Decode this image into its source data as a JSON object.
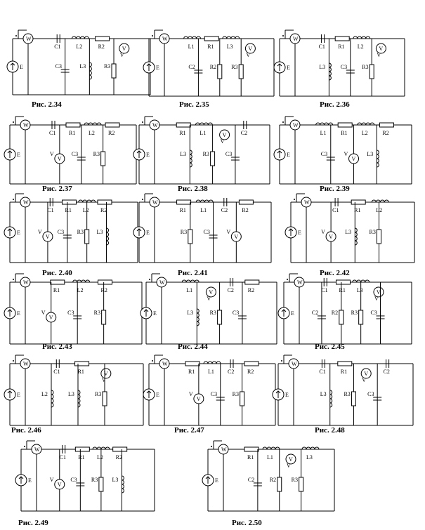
{
  "figures": [
    {
      "caption": "Рис. 2.34",
      "labels": [
        "E",
        "W",
        "C1",
        "L2",
        "R2",
        "V",
        "C3",
        "L3",
        "R3"
      ]
    },
    {
      "caption": "Рис. 2.35",
      "labels": [
        "E",
        "W",
        "L1",
        "R1",
        "L3",
        "V",
        "C2",
        "R2",
        "R3"
      ]
    },
    {
      "caption": "Рис. 2.36",
      "labels": [
        "E",
        "W",
        "C1",
        "R1",
        "L2",
        "V",
        "L3",
        "C3",
        "R3"
      ]
    },
    {
      "caption": "Рис. 2.37",
      "labels": [
        "E",
        "W",
        "C1",
        "R1",
        "L2",
        "R2",
        "V",
        "C3",
        "R3"
      ]
    },
    {
      "caption": "Рис. 2.38",
      "labels": [
        "E",
        "W",
        "R1",
        "L1",
        "V",
        "C2",
        "L3",
        "R3",
        "C3"
      ]
    },
    {
      "caption": "Рис. 2.39",
      "labels": [
        "E",
        "W",
        "L1",
        "R1",
        "L2",
        "R2",
        "C3",
        "V",
        "L3"
      ]
    },
    {
      "caption": "Рис. 2.40",
      "labels": [
        "E",
        "W",
        "C1",
        "R1",
        "L2",
        "R2",
        "V",
        "C3",
        "R3",
        "L3"
      ]
    },
    {
      "caption": "Рис. 2.41",
      "labels": [
        "E",
        "W",
        "R1",
        "L1",
        "C2",
        "R2",
        "R3",
        "C3",
        "V"
      ]
    },
    {
      "caption": "Рис. 2.42",
      "labels": [
        "E",
        "W",
        "C1",
        "R1",
        "L2",
        "V",
        "L3",
        "R3"
      ]
    },
    {
      "caption": "Рис. 2.43",
      "labels": [
        "E",
        "W",
        "R1",
        "L2",
        "R2",
        "V",
        "C3",
        "R3"
      ]
    },
    {
      "caption": "Рис. 2.44",
      "labels": [
        "E",
        "W",
        "L1",
        "V",
        "C2",
        "R2",
        "L3",
        "R3",
        "C3"
      ]
    },
    {
      "caption": "Рис. 2.45",
      "labels": [
        "E",
        "W",
        "C1",
        "R1",
        "L3",
        "V",
        "C2",
        "R2",
        "R3",
        "C3"
      ]
    },
    {
      "caption": "Рис. 2.46",
      "labels": [
        "E",
        "W",
        "C1",
        "R1",
        "V",
        "L2",
        "L3",
        "R3"
      ]
    },
    {
      "caption": "Рис. 2.47",
      "labels": [
        "E",
        "W",
        "R1",
        "L1",
        "C2",
        "R2",
        "V",
        "C3",
        "R3"
      ]
    },
    {
      "caption": "Рис. 2.48",
      "labels": [
        "E",
        "W",
        "C1",
        "R1",
        "V",
        "C2",
        "L3",
        "R3",
        "C3"
      ]
    },
    {
      "caption": "Рис. 2.49",
      "labels": [
        "E",
        "W",
        "C1",
        "R1",
        "L2",
        "R2",
        "V",
        "C3",
        "R3",
        "L3"
      ]
    },
    {
      "caption": "Рис. 2.50",
      "labels": [
        "E",
        "W",
        "R1",
        "L1",
        "V",
        "L3",
        "C2",
        "R2",
        "R3"
      ]
    }
  ]
}
